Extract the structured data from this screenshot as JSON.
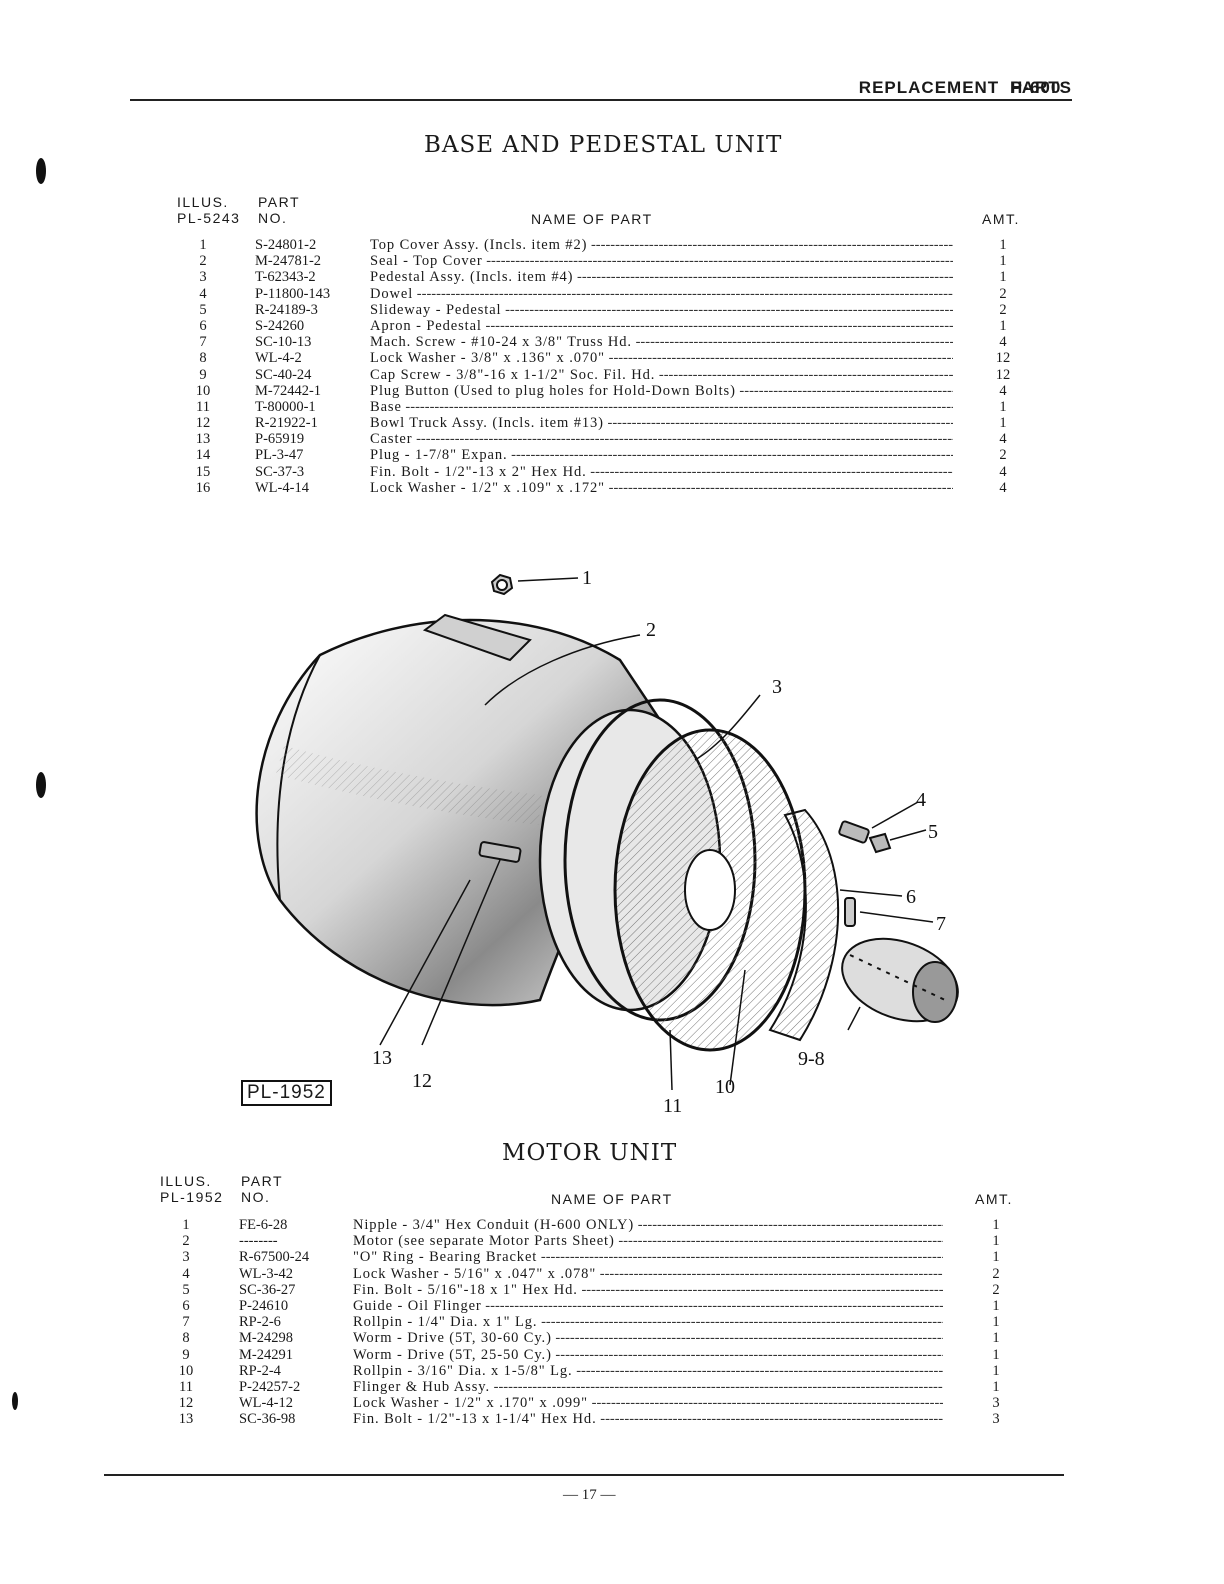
{
  "header": {
    "label": "REPLACEMENT  PARTS",
    "model": "H-600"
  },
  "base_section": {
    "title": "BASE AND PEDESTAL UNIT",
    "col_illus_1": "ILLUS.",
    "col_illus_2": "PL-5243",
    "col_part_1": "PART",
    "col_part_2": "NO.",
    "col_name": "NAME OF PART",
    "col_amt": "AMT.",
    "rows": [
      {
        "illus": "1",
        "part": "S-24801-2",
        "name": "Top Cover Assy. (Incls. item #2)",
        "amt": "1"
      },
      {
        "illus": "2",
        "part": "M-24781-2",
        "name": "Seal - Top Cover",
        "amt": "1"
      },
      {
        "illus": "3",
        "part": "T-62343-2",
        "name": "Pedestal Assy. (Incls. item #4)",
        "amt": "1"
      },
      {
        "illus": "4",
        "part": "P-11800-143",
        "name": "Dowel",
        "amt": "2"
      },
      {
        "illus": "5",
        "part": "R-24189-3",
        "name": "Slideway - Pedestal",
        "amt": "2"
      },
      {
        "illus": "6",
        "part": "S-24260",
        "name": "Apron - Pedestal",
        "amt": "1"
      },
      {
        "illus": "7",
        "part": "SC-10-13",
        "name": "Mach. Screw - #10-24 x 3/8\" Truss Hd.",
        "amt": "4"
      },
      {
        "illus": "8",
        "part": "WL-4-2",
        "name": "Lock Washer - 3/8\" x .136\" x .070\"",
        "amt": "12"
      },
      {
        "illus": "9",
        "part": "SC-40-24",
        "name": "Cap Screw - 3/8\"-16 x 1-1/2\" Soc. Fil. Hd.",
        "amt": "12"
      },
      {
        "illus": "10",
        "part": "M-72442-1",
        "name": "Plug Button (Used to plug holes for Hold-Down Bolts)",
        "amt": "4"
      },
      {
        "illus": "11",
        "part": "T-80000-1",
        "name": "Base",
        "amt": "1"
      },
      {
        "illus": "12",
        "part": "R-21922-1",
        "name": "Bowl Truck Assy. (Incls. item #13)",
        "amt": "1"
      },
      {
        "illus": "13",
        "part": "P-65919",
        "name": "Caster",
        "amt": "4"
      },
      {
        "illus": "14",
        "part": "PL-3-47",
        "name": "Plug - 1-7/8\" Expan.",
        "amt": "2"
      },
      {
        "illus": "15",
        "part": "SC-37-3",
        "name": "Fin. Bolt - 1/2\"-13 x 2\" Hex Hd.",
        "amt": "4"
      },
      {
        "illus": "16",
        "part": "WL-4-14",
        "name": "Lock Washer - 1/2\" x .109\" x .172\"",
        "amt": "4"
      }
    ]
  },
  "diagram": {
    "plate_label": "PL-1952",
    "callouts": [
      "1",
      "2",
      "3",
      "4",
      "5",
      "6",
      "7",
      "9-8",
      "10",
      "11",
      "12",
      "13"
    ]
  },
  "motor_section": {
    "title": "MOTOR UNIT",
    "col_illus_1": "ILLUS.",
    "col_illus_2": "PL-1952",
    "col_part_1": "PART",
    "col_part_2": "NO.",
    "col_name": "NAME OF PART",
    "col_amt": "AMT.",
    "rows": [
      {
        "illus": "1",
        "part": "FE-6-28",
        "name": "Nipple - 3/4\" Hex Conduit (H-600 ONLY)",
        "amt": "1"
      },
      {
        "illus": "2",
        "part": "--------",
        "name": "Motor (see separate Motor Parts Sheet)",
        "amt": "1"
      },
      {
        "illus": "3",
        "part": "R-67500-24",
        "name": "\"O\" Ring - Bearing Bracket",
        "amt": "1"
      },
      {
        "illus": "4",
        "part": "WL-3-42",
        "name": "Lock Washer - 5/16\" x .047\" x .078\"",
        "amt": "2"
      },
      {
        "illus": "5",
        "part": "SC-36-27",
        "name": "Fin. Bolt - 5/16\"-18 x 1\" Hex Hd.",
        "amt": "2"
      },
      {
        "illus": "6",
        "part": "P-24610",
        "name": "Guide - Oil Flinger",
        "amt": "1"
      },
      {
        "illus": "7",
        "part": "RP-2-6",
        "name": "Rollpin - 1/4\" Dia. x 1\" Lg.",
        "amt": "1"
      },
      {
        "illus": "8",
        "part": "M-24298",
        "name": "Worm - Drive (5T, 30-60 Cy.)",
        "amt": "1"
      },
      {
        "illus": "9",
        "part": "M-24291",
        "name": "Worm - Drive (5T, 25-50 Cy.)",
        "amt": "1"
      },
      {
        "illus": "10",
        "part": "RP-2-4",
        "name": "Rollpin - 3/16\" Dia. x 1-5/8\" Lg.",
        "amt": "1"
      },
      {
        "illus": "11",
        "part": "P-24257-2",
        "name": "Flinger & Hub Assy.",
        "amt": "1"
      },
      {
        "illus": "12",
        "part": "WL-4-12",
        "name": "Lock Washer - 1/2\" x .170\" x .099\"",
        "amt": "3"
      },
      {
        "illus": "13",
        "part": "SC-36-98",
        "name": "Fin. Bolt - 1/2\"-13 x 1-1/4\" Hex Hd.",
        "amt": "3"
      }
    ]
  },
  "footer": {
    "page_number": "— 17 —"
  }
}
